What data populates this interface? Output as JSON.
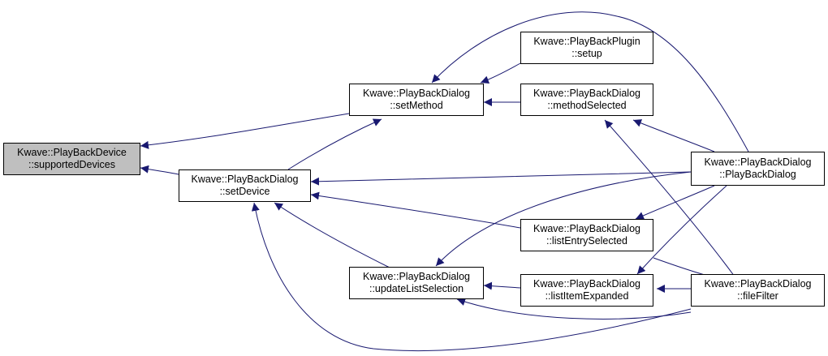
{
  "colors": {
    "edge": "#191970",
    "focus_fill": "#bfbfbf",
    "node_border": "#000000",
    "background": "#ffffff"
  },
  "nodes": {
    "supportedDevices": {
      "class": "Kwave::PlayBackDevice",
      "member": "::supportedDevices"
    },
    "setDevice": {
      "class": "Kwave::PlayBackDialog",
      "member": "::setDevice"
    },
    "setMethod": {
      "class": "Kwave::PlayBackDialog",
      "member": "::setMethod"
    },
    "updateListSelection": {
      "class": "Kwave::PlayBackDialog",
      "member": "::updateListSelection"
    },
    "setup": {
      "class": "Kwave::PlayBackPlugin",
      "member": "::setup"
    },
    "methodSelected": {
      "class": "Kwave::PlayBackDialog",
      "member": "::methodSelected"
    },
    "listEntrySelected": {
      "class": "Kwave::PlayBackDialog",
      "member": "::listEntrySelected"
    },
    "listItemExpanded": {
      "class": "Kwave::PlayBackDialog",
      "member": "::listItemExpanded"
    },
    "PlayBackDialog": {
      "class": "Kwave::PlayBackDialog",
      "member": "::PlayBackDialog"
    },
    "fileFilter": {
      "class": "Kwave::PlayBackDialog",
      "member": "::fileFilter"
    }
  }
}
